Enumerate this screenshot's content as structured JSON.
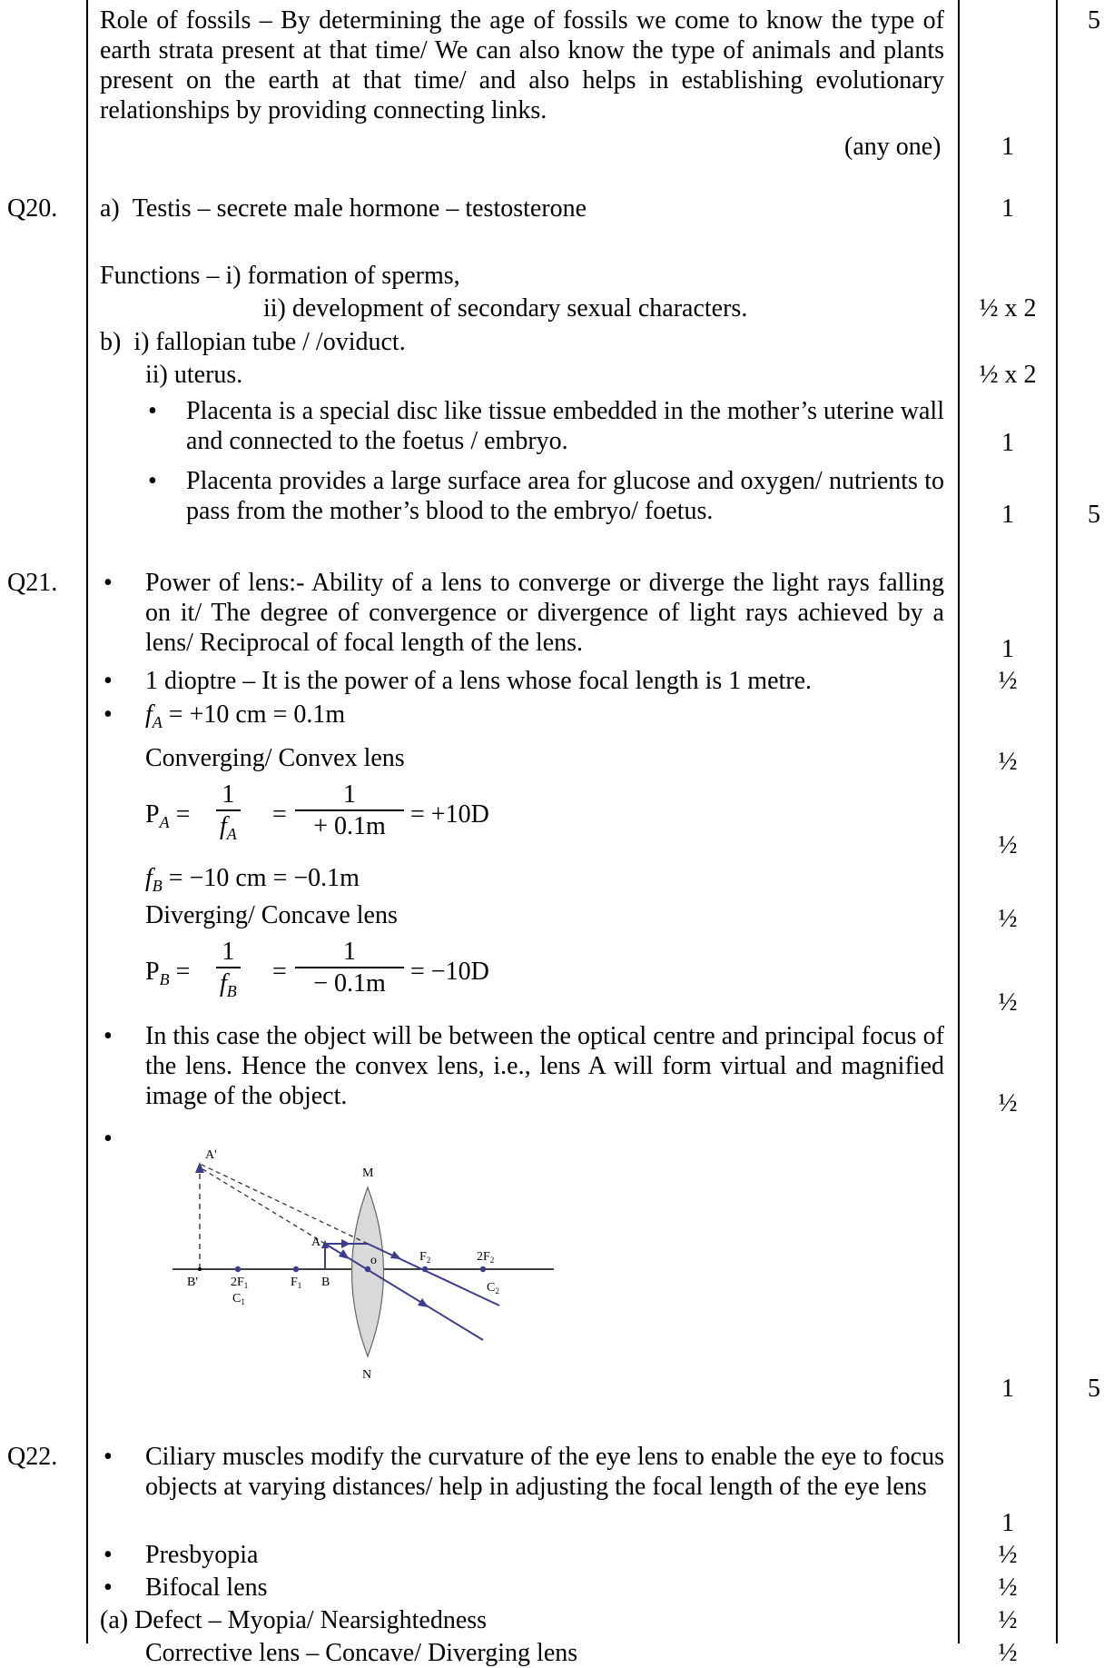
{
  "top_right_total": "5",
  "fossils": {
    "text": "Role of fossils – By determining the age of fossils we come to know the type of earth strata present at that time/ We can also know the type of animals and plants present on the earth at that time/ and also helps in establishing evolutionary relationships by providing connecting links.",
    "note": "(any one)",
    "mark": "1"
  },
  "q20": {
    "label": "Q20.",
    "a": "a)  Testis – secrete male hormone – testosterone",
    "a_mark": "1",
    "functions": "Functions – i) formation of sperms,",
    "functions_ii": "ii) development of secondary sexual characters.",
    "functions_mark": "½ x 2",
    "b": "b)  i) fallopian tube / /oviduct.",
    "b_ii": "ii) uterus.",
    "b_mark": "½ x 2",
    "placenta1": "Placenta is a special disc like tissue embedded in the mother’s uterine wall and connected to the foetus / embryo.",
    "placenta1_mark": "1",
    "placenta2": "Placenta provides a large surface area for glucose and oxygen/ nutrients to pass from the mother’s blood to the embryo/ foetus.",
    "placenta2_mark": "1",
    "total": "5"
  },
  "q21": {
    "label": "Q21.",
    "power": "Power of lens:- Ability of a lens to converge or diverge the light rays falling on it/ The degree of convergence or divergence of light rays achieved by a lens/ Reciprocal of focal length of the lens.",
    "power_mark": "1",
    "dioptre": "1 dioptre – It is the power of a lens whose focal length is 1 metre.",
    "dioptre_mark": "½",
    "fa_rhs": " = +10 cm = 0.1m",
    "converging": "Converging/ Convex lens",
    "converging_mark": "½",
    "pa_num": "1",
    "pa_den_var": "f",
    "pa_den_sub": "A",
    "pa_rhs_num": "1",
    "pa_rhs_den": "+ 0.1m",
    "pa_result": "= +10D",
    "pa_mark": "½",
    "fb_rhs": " = −10 cm = −0.1m",
    "diverging": "Diverging/ Concave lens",
    "diverging_mark": "½",
    "pb_num": "1",
    "pb_den_var": "f",
    "pb_den_sub": "B",
    "pb_rhs_num": "1",
    "pb_rhs_den": "− 0.1m",
    "pb_result": "= −10D",
    "pb_mark": "½",
    "case": "In this case the object will be between the optical centre and principal focus of the lens. Hence the convex lens, i.e., lens A will form virtual and magnified image of the object.",
    "case_mark": "½",
    "diagram_mark": "1",
    "total": "5",
    "P": "P",
    "eq": "=",
    "f": "f",
    "A": "A",
    "B": "B"
  },
  "ray_diagram": {
    "A_prime": "A'",
    "M": "M",
    "N": "N",
    "A": "A",
    "B": "B",
    "O": "o",
    "F2": "F",
    "F2_sub": "2",
    "TwoF2": "2F",
    "TwoF2_sub": "2",
    "C2": "C",
    "C2_sub": "2",
    "B_prime": "B'",
    "TwoF1": "2F",
    "TwoF1_sub": "1",
    "C1": "C",
    "C1_sub": "1",
    "F1": "F",
    "F1_sub": "1",
    "colors": {
      "ray": "#3a3d8f",
      "lens": "#d9d9d9"
    }
  },
  "q22": {
    "label": "Q22.",
    "ciliary": "Ciliary muscles modify the curvature of the eye lens to enable the eye to focus objects at varying distances/ help in adjusting the focal length of the eye lens",
    "ciliary_mark": "1",
    "presbyopia": "Presbyopia",
    "presbyopia_mark": "½",
    "bifocal": "Bifocal lens",
    "bifocal_mark": "½",
    "defect": "(a) Defect – Myopia/ Nearsightedness",
    "defect_mark": "½",
    "corrective": "Corrective lens – Concave/ Diverging lens",
    "corrective_mark": "½"
  }
}
